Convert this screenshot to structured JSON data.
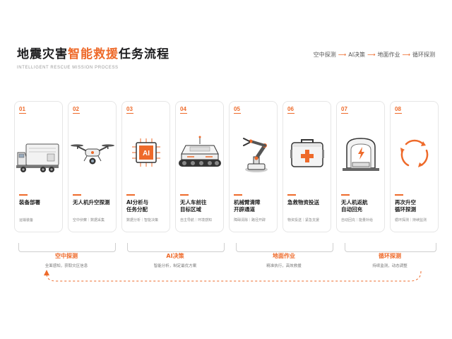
{
  "header": {
    "title_pre": "地震灾害",
    "title_hl": "智能救援",
    "title_post": "任务流程",
    "subtitle": "INTELLIGENT RESCUE MISSION PROCESS",
    "flow": [
      "空中探测",
      "AI决策",
      "地面作业",
      "循环探测"
    ]
  },
  "colors": {
    "accent": "#ee6a2a",
    "border": "#e6e6e6",
    "text": "#222222",
    "muted": "#8a8a8a"
  },
  "steps": [
    {
      "num": "01",
      "title": "装备部署",
      "desc": "运输装备",
      "icon": "truck-icon"
    },
    {
      "num": "02",
      "title": "无人机升空探测",
      "desc": "空中侦察｜数据采集",
      "icon": "drone-icon"
    },
    {
      "num": "03",
      "title": "AI分析与\n任务分配",
      "desc": "数据分析｜智能决策",
      "icon": "ai-chip-icon"
    },
    {
      "num": "04",
      "title": "无人车前往\n目标区域",
      "desc": "自主导航｜环境感知",
      "icon": "robot-vehicle-icon"
    },
    {
      "num": "05",
      "title": "机械臂清障\n开辟通道",
      "desc": "障碍清除｜路径开辟",
      "icon": "robot-arm-icon"
    },
    {
      "num": "06",
      "title": "急救物资投送",
      "desc": "物资投送｜紧急支援",
      "icon": "first-aid-kit-icon"
    },
    {
      "num": "07",
      "title": "无人机返航\n自动回充",
      "desc": "自动回充｜能量补给",
      "icon": "charging-station-icon"
    },
    {
      "num": "08",
      "title": "再次升空\n循环探测",
      "desc": "循环探测｜持续监测",
      "icon": "cycle-icon"
    }
  ],
  "phases": [
    {
      "label": "空中探测",
      "desc": "全面感知，获取灾区信息"
    },
    {
      "label": "AI决策",
      "desc": "智能分析，制定最优方案"
    },
    {
      "label": "地面作业",
      "desc": "精准执行，高效救援"
    },
    {
      "label": "循环探测",
      "desc": "持续监测，动态调整"
    }
  ]
}
